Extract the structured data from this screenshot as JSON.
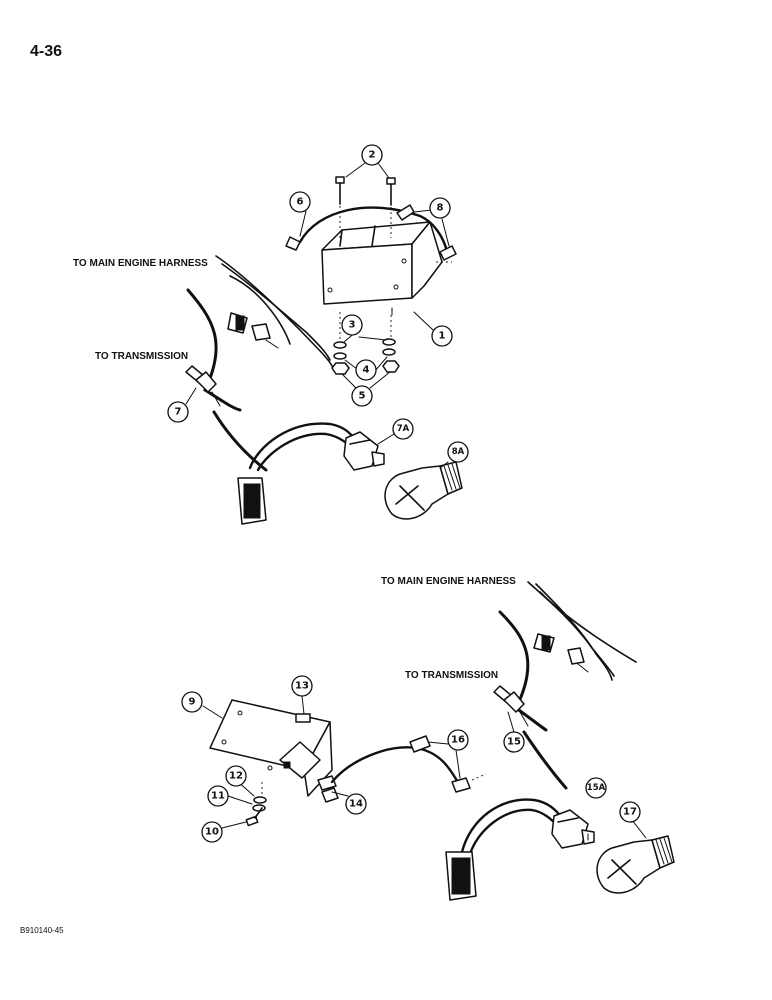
{
  "page": {
    "number": "4-36",
    "reference": "B910140-45"
  },
  "labels": {
    "main_harness_top": "TO MAIN ENGINE HARNESS",
    "transmission_top": "TO TRANSMISSION",
    "main_harness_bottom": "TO MAIN ENGINE HARNESS",
    "transmission_bottom": "TO TRANSMISSION"
  },
  "callouts": {
    "c1": "1",
    "c2": "2",
    "c3": "3",
    "c4": "4",
    "c5": "5",
    "c6": "6",
    "c7": "7",
    "c7a": "7A",
    "c8": "8",
    "c8a": "8A",
    "c9": "9",
    "c10": "10",
    "c11": "11",
    "c12": "12",
    "c13": "13",
    "c14": "14",
    "c15": "15",
    "c15a": "15A",
    "c16": "16",
    "c17": "17"
  }
}
